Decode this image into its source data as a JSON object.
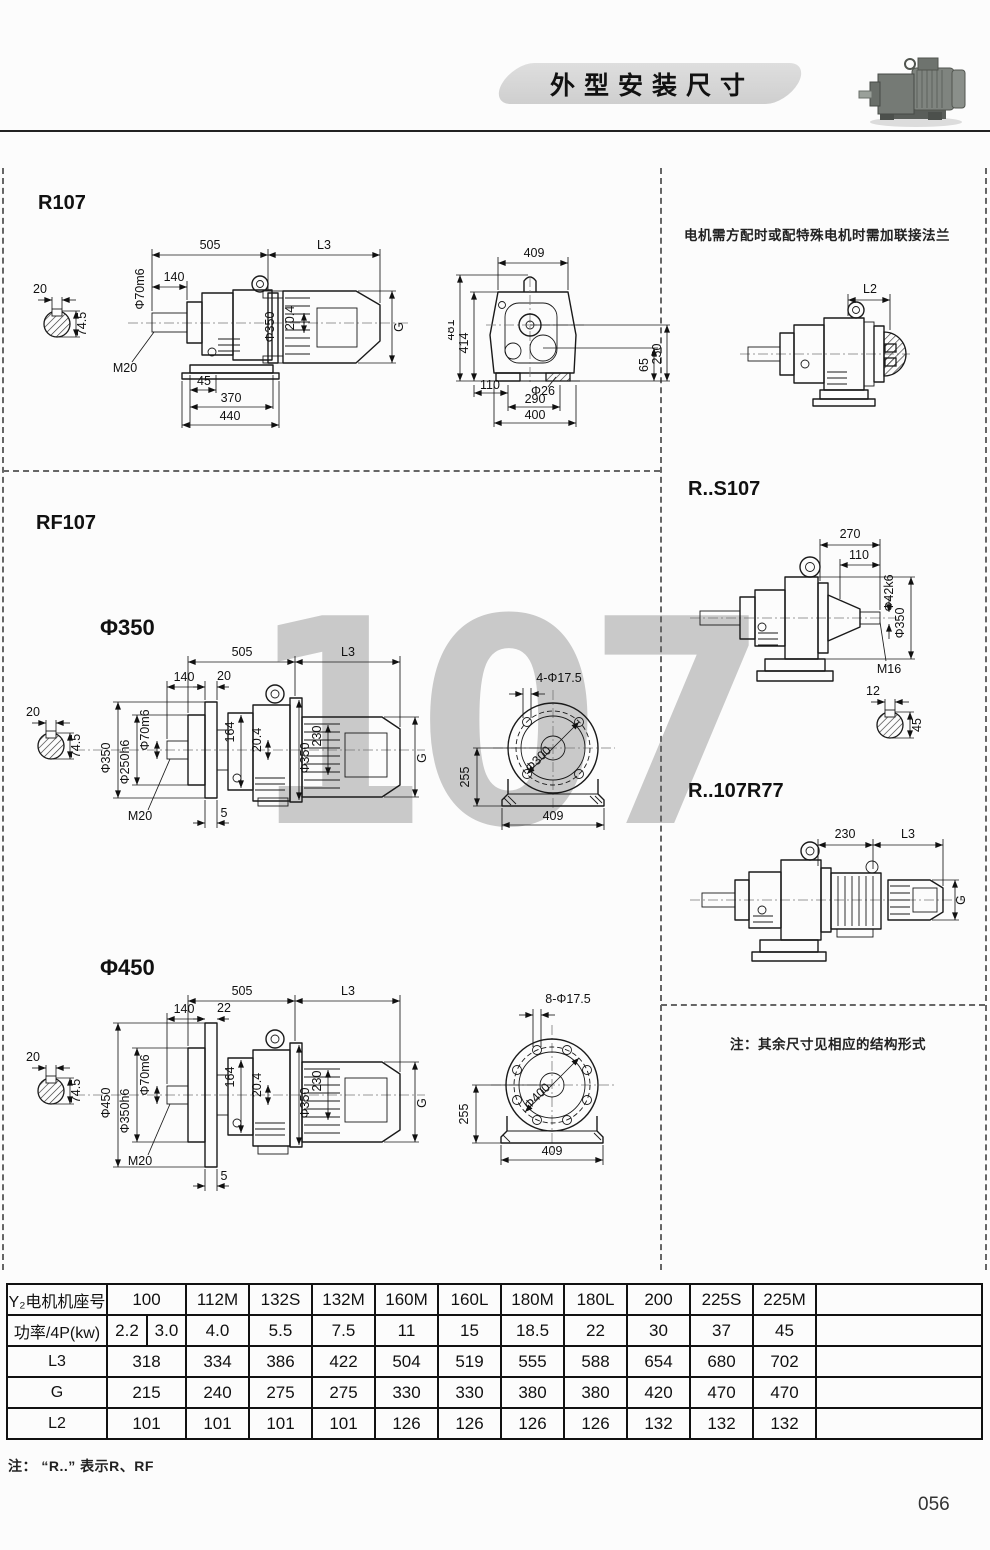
{
  "header": {
    "title": "外型安装尺寸"
  },
  "watermark": "107",
  "page_number": "056",
  "left": {
    "r107": {
      "title": "R107",
      "key": {
        "w": "20",
        "h": "74.5"
      },
      "side": {
        "a505": "505",
        "l3": "L3",
        "a140": "140",
        "phi70": "Φ70m6",
        "phi350": "Φ350",
        "a204": "20.4",
        "g": "G",
        "m20": "M20",
        "a45": "45",
        "a370": "370",
        "a440": "440"
      },
      "end": {
        "a409": "409",
        "a481": "481",
        "a414": "414",
        "a65": "65",
        "a250": "250",
        "a110": "110",
        "phi26": "Φ26",
        "a290": "290",
        "a400": "400"
      }
    },
    "rf107": {
      "title": "RF107",
      "f350": {
        "title": "Φ350",
        "key": {
          "w": "20",
          "h": "74.5"
        },
        "side": {
          "a505": "505",
          "l3": "L3",
          "a140": "140",
          "t": "20",
          "phiA": "Φ350",
          "phiB": "Φ250h6",
          "phiC": "Φ70m6",
          "a164": "164",
          "a204": "20.4",
          "phiD": "Φ350",
          "a230": "230",
          "g": "G",
          "m20": "M20",
          "a5": "5"
        },
        "flange": {
          "bolts": "4-Φ17.5",
          "phi": "Φ300",
          "a255": "255",
          "a409": "409"
        }
      },
      "f450": {
        "title": "Φ450",
        "key": {
          "w": "20",
          "h": "74.5"
        },
        "side": {
          "a505": "505",
          "l3": "L3",
          "a140": "140",
          "t": "22",
          "phiA": "Φ450",
          "phiB": "Φ350h6",
          "phiC": "Φ70m6",
          "a164": "164",
          "a204": "20.4",
          "phiD": "Φ350",
          "a230": "230",
          "g": "G",
          "m20": "M20",
          "a5": "5"
        },
        "flange": {
          "bolts": "8-Φ17.5",
          "phi": "Φ400",
          "a255": "255",
          "a409": "409"
        }
      }
    }
  },
  "right": {
    "flange_note": "电机需方配时或配特殊电机时需加联接法兰",
    "l2_view": {
      "l2": "L2"
    },
    "rs107": {
      "title": "R..S107",
      "a270": "270",
      "a110": "110",
      "phi42": "Φ42k6",
      "phi350": "Φ350",
      "m16": "M16",
      "key_w": "12",
      "key_h": "45"
    },
    "r77": {
      "title": "R..107R77",
      "a230": "230",
      "l3": "L3",
      "g": "G"
    },
    "note": "注：其余尺寸见相应的结构形式"
  },
  "table": {
    "rows": [
      {
        "label": "Y₂电机机座号",
        "values": [
          "100",
          "112M",
          "132S",
          "132M",
          "160M",
          "160L",
          "180M",
          "180L",
          "200",
          "225S",
          "225M",
          ""
        ]
      },
      {
        "label": "功率/4P(kw)",
        "values": [
          "2.2",
          "3.0",
          "4.0",
          "5.5",
          "7.5",
          "11",
          "15",
          "18.5",
          "22",
          "30",
          "37",
          "45",
          ""
        ]
      },
      {
        "label": "L3",
        "values": [
          "318",
          "334",
          "386",
          "422",
          "504",
          "519",
          "555",
          "588",
          "654",
          "680",
          "702",
          ""
        ]
      },
      {
        "label": "G",
        "values": [
          "215",
          "240",
          "275",
          "275",
          "330",
          "330",
          "380",
          "380",
          "420",
          "470",
          "470",
          ""
        ]
      },
      {
        "label": "L2",
        "values": [
          "101",
          "101",
          "101",
          "101",
          "126",
          "126",
          "126",
          "126",
          "132",
          "132",
          "132",
          ""
        ]
      }
    ],
    "note": "注： “R..” 表示R、RF"
  }
}
